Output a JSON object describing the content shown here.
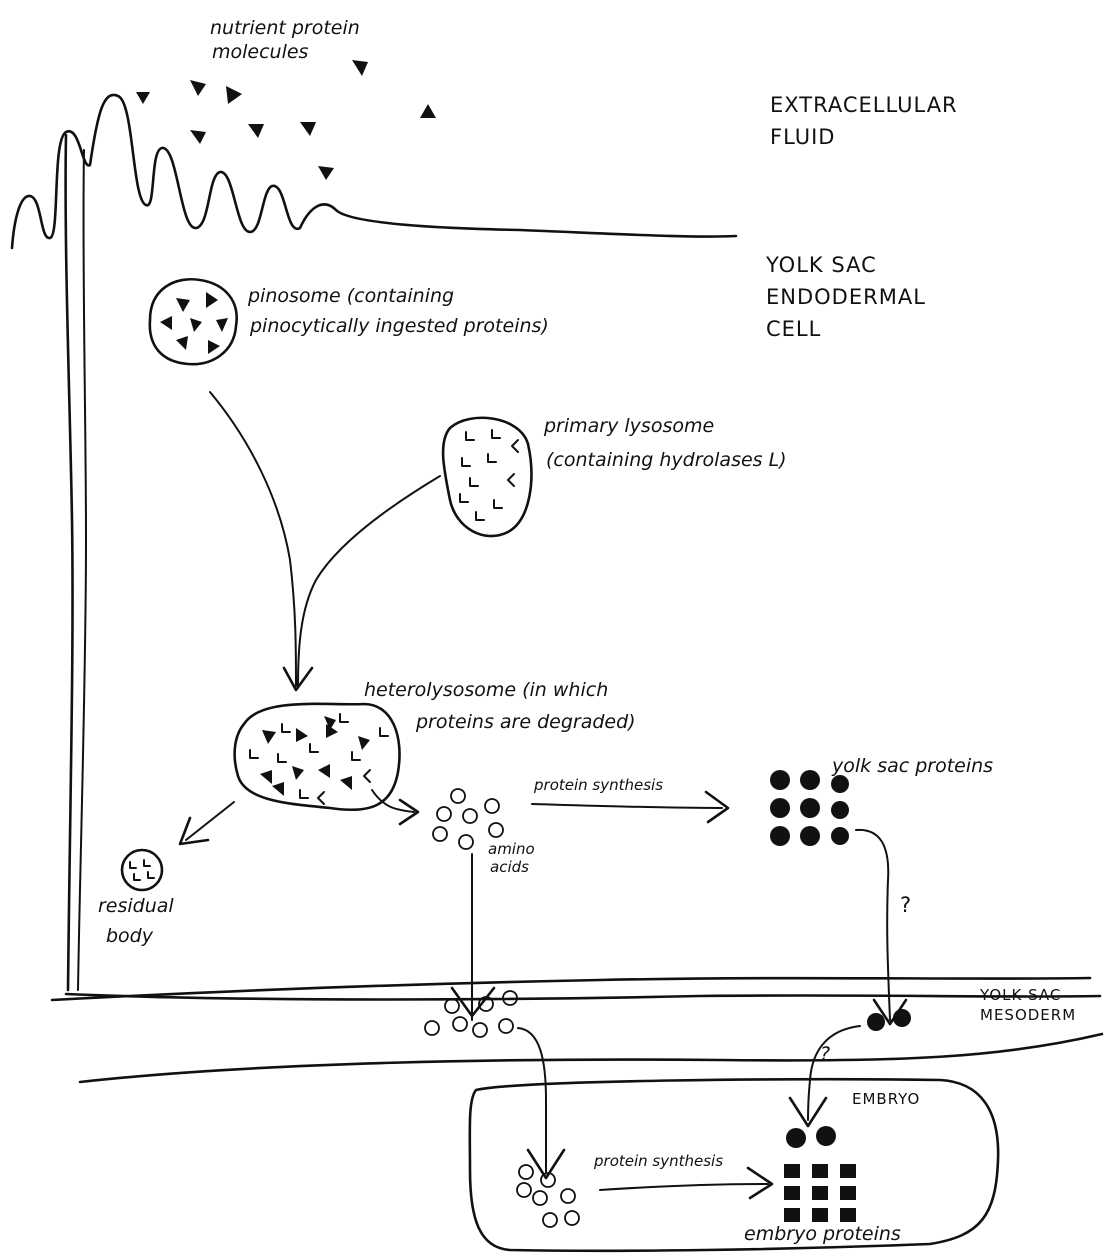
{
  "labels": {
    "nutrient": [
      "nutrient protein",
      "molecules"
    ],
    "extracellular": [
      "EXTRACELLULAR",
      "FLUID"
    ],
    "yolk_cell": [
      "YOLK SAC",
      "ENDODERMAL",
      "CELL"
    ],
    "pinosome": [
      "pinosome (containing",
      "pinocytically ingested proteins)"
    ],
    "primary_lysosome": [
      "primary lysosome",
      "(containing hydrolases L)"
    ],
    "heterolysosome": [
      "heterolysosome (in which",
      "proteins are degraded)"
    ],
    "residual_body": [
      "residual",
      "body"
    ],
    "amino_acids": [
      "amino",
      "acids"
    ],
    "protein_synthesis_1": "protein synthesis",
    "yolk_sac_proteins": "yolk sac proteins",
    "question_1": "?",
    "question_2": "?",
    "yolk_mesoderm": [
      "YOLK SAC",
      "MESODERM"
    ],
    "embryo": "EMBRYO",
    "protein_synthesis_2": "protein synthesis",
    "embryo_proteins": "embryo proteins"
  },
  "colors": {
    "ink": "#111111",
    "background": "#ffffff"
  }
}
